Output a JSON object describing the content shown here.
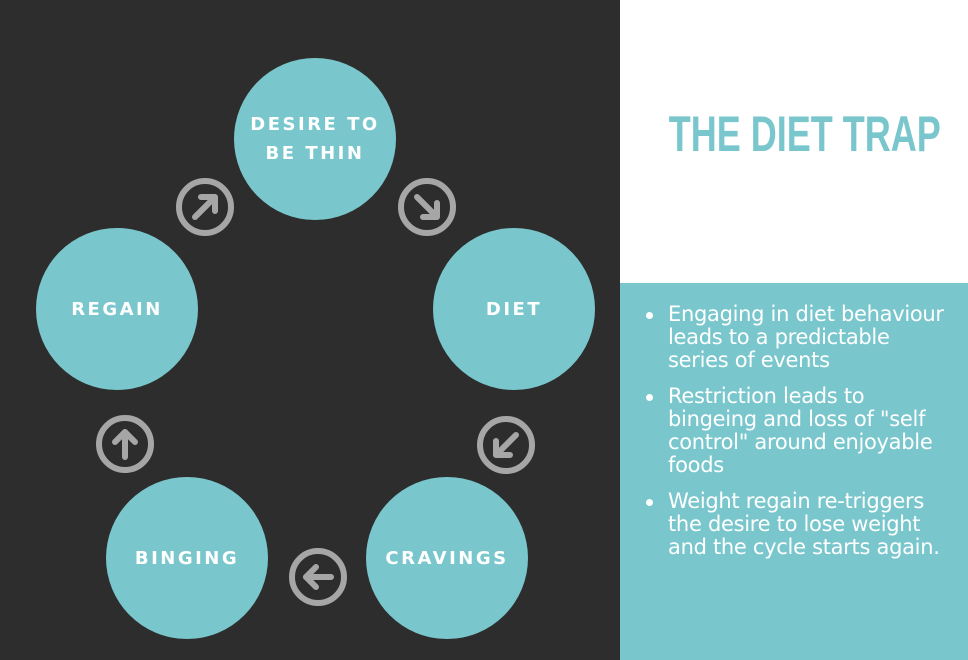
{
  "title": "THE DIET TRAP",
  "cycle": {
    "nodes": [
      {
        "label": "DESIRE TO BE THIN"
      },
      {
        "label": "DIET"
      },
      {
        "label": "CRAVINGS"
      },
      {
        "label": "BINGING"
      },
      {
        "label": "REGAIN"
      }
    ],
    "arrow_directions": [
      "down-right",
      "down-left",
      "left",
      "up",
      "up-right"
    ]
  },
  "bullets": [
    "Engaging in diet behaviour leads to a predictable series of events",
    "Restriction leads to bingeing and loss of \"self control\" around enjoyable foods",
    "Weight regain re-triggers the desire to lose weight and the cycle starts again."
  ],
  "colors": {
    "background": "#2d2d2d",
    "accent": "#79c7cd",
    "arrow": "#a6a6a6",
    "text_on_accent": "#ffffff"
  }
}
